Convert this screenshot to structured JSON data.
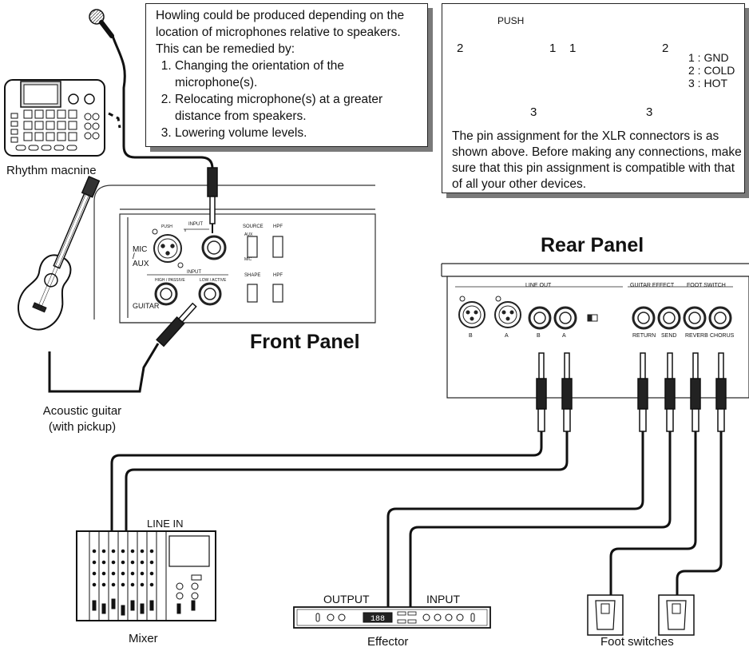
{
  "howling_note": {
    "intro": "Howling could be produced depending on the location of microphones relative to speakers. This can be remedied by:",
    "items": [
      "Changing the orientation of the microphone(s).",
      "Relocating microphone(s) at a greater distance from speakers.",
      "Lowering volume levels."
    ]
  },
  "xlr_note": {
    "push_label": "PUSH",
    "pin_legend": [
      "1 : GND",
      "2 : COLD",
      "3 : HOT"
    ],
    "text": "The pin assignment for the XLR connectors is as shown above. Before making any connections, make sure that this pin assignment is compatible with that of all your other devices."
  },
  "panels": {
    "front": "Front Panel",
    "rear": "Rear Panel"
  },
  "front_panel_labels": {
    "input_top": "INPUT",
    "input_bottom": "INPUT",
    "mic_aux": "MIC / AUX",
    "guitar": "GUITAR",
    "source": "SOURCE",
    "hpf_top": "HPF",
    "hpf_bottom": "HPF",
    "shape": "SHAPE",
    "aux": "AUX",
    "mic": "MIC",
    "high_passive": "HIGH / PASSIVE",
    "low_active": "LOW / ACTIVE",
    "push": "PUSH"
  },
  "rear_panel_labels": {
    "line_out": "LINE OUT",
    "guitar_effect": "GUITAR EFFECT",
    "foot_switch": "FOOT SWITCH",
    "jacks": [
      "B",
      "A",
      "B",
      "A",
      "RETURN",
      "SEND",
      "REVERB",
      "CHORUS"
    ]
  },
  "devices": {
    "rhythm": "Rhythm macnine",
    "guitar": "Acoustic guitar\n(with pickup)",
    "mixer": "Mixer",
    "mixer_line_in": "LINE IN",
    "effector": "Effector",
    "effector_output": "OUTPUT",
    "effector_input": "INPUT",
    "effector_display": "188",
    "foot_switches": "Foot switches"
  }
}
